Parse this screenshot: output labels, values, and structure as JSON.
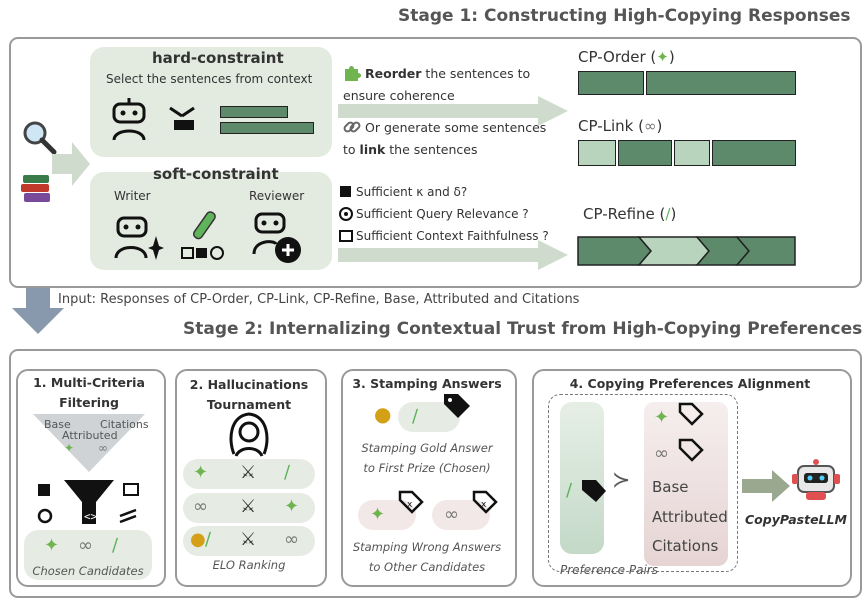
{
  "stage1": {
    "title": "Stage 1: Constructing High-Copying Responses",
    "hard": {
      "title": "hard-constraint",
      "subtitle": "Select the sentences from context"
    },
    "soft": {
      "title": "soft-constraint",
      "writer": "Writer",
      "reviewer": "Reviewer"
    },
    "reorder": {
      "bold": "Reorder",
      "rest1": " the sentences to",
      "line2": "ensure coherence"
    },
    "link": {
      "line1": "Or generate some sentences",
      "pre": "to ",
      "bold": "link",
      "post": " the sentences"
    },
    "checks": [
      "Sufficient κ and δ?",
      "Sufficient Query Relevance ?",
      "Sufficient Context Faithfulness ?"
    ],
    "outputs": {
      "order": "CP-Order (",
      "link": "CP-Link (",
      "refine": "CP-Refine (",
      "close": ")"
    }
  },
  "input_text": "Input: Responses of CP-Order, CP-Link, CP-Refine, Base, Attributed and Citations",
  "stage2": {
    "title": "Stage 2: Internalizing Contextual Trust from High-Copying Preferences",
    "card1": {
      "title_l1": "1. Multi-Criteria",
      "title_l2": "Filtering",
      "base": "Base",
      "citations": "Citations",
      "attributed": "Attributed",
      "chosen": "Chosen Candidates"
    },
    "card2": {
      "title_l1": "2.  Hallucinations",
      "title_l2": "Tournament",
      "elo": "ELO Ranking"
    },
    "card3": {
      "title": "3. Stamping Answers",
      "gold_l1": "Stamping Gold Answer",
      "gold_l2": "to First Prize (Chosen)",
      "wrong_l1": "Stamping Wrong Answers",
      "wrong_l2": "to Other Candidates"
    },
    "card4": {
      "title": "4. Copying Preferences Alignment",
      "list": [
        "Base",
        "Attributed",
        "Citations"
      ],
      "pairs": "Preference Pairs",
      "model": "CopyPasteLLM"
    }
  },
  "colors": {
    "panel": "#e3ebe1",
    "bar_dark": "#5e8a6c",
    "bar_light": "#b8d4bd",
    "arrow": "#cfdccd",
    "big_arrow": "#8898ad"
  },
  "icons": [
    "magnifier-icon",
    "books-icon",
    "robot-icon",
    "puzzle-icon",
    "chain-icon",
    "test-tube-icon",
    "writer-robot-icon",
    "reviewer-robot-icon",
    "judge-icon",
    "swords-icon",
    "medal-icon",
    "tag-icon",
    "funnel-icon",
    "target-icon",
    "robot-mascot-icon"
  ]
}
